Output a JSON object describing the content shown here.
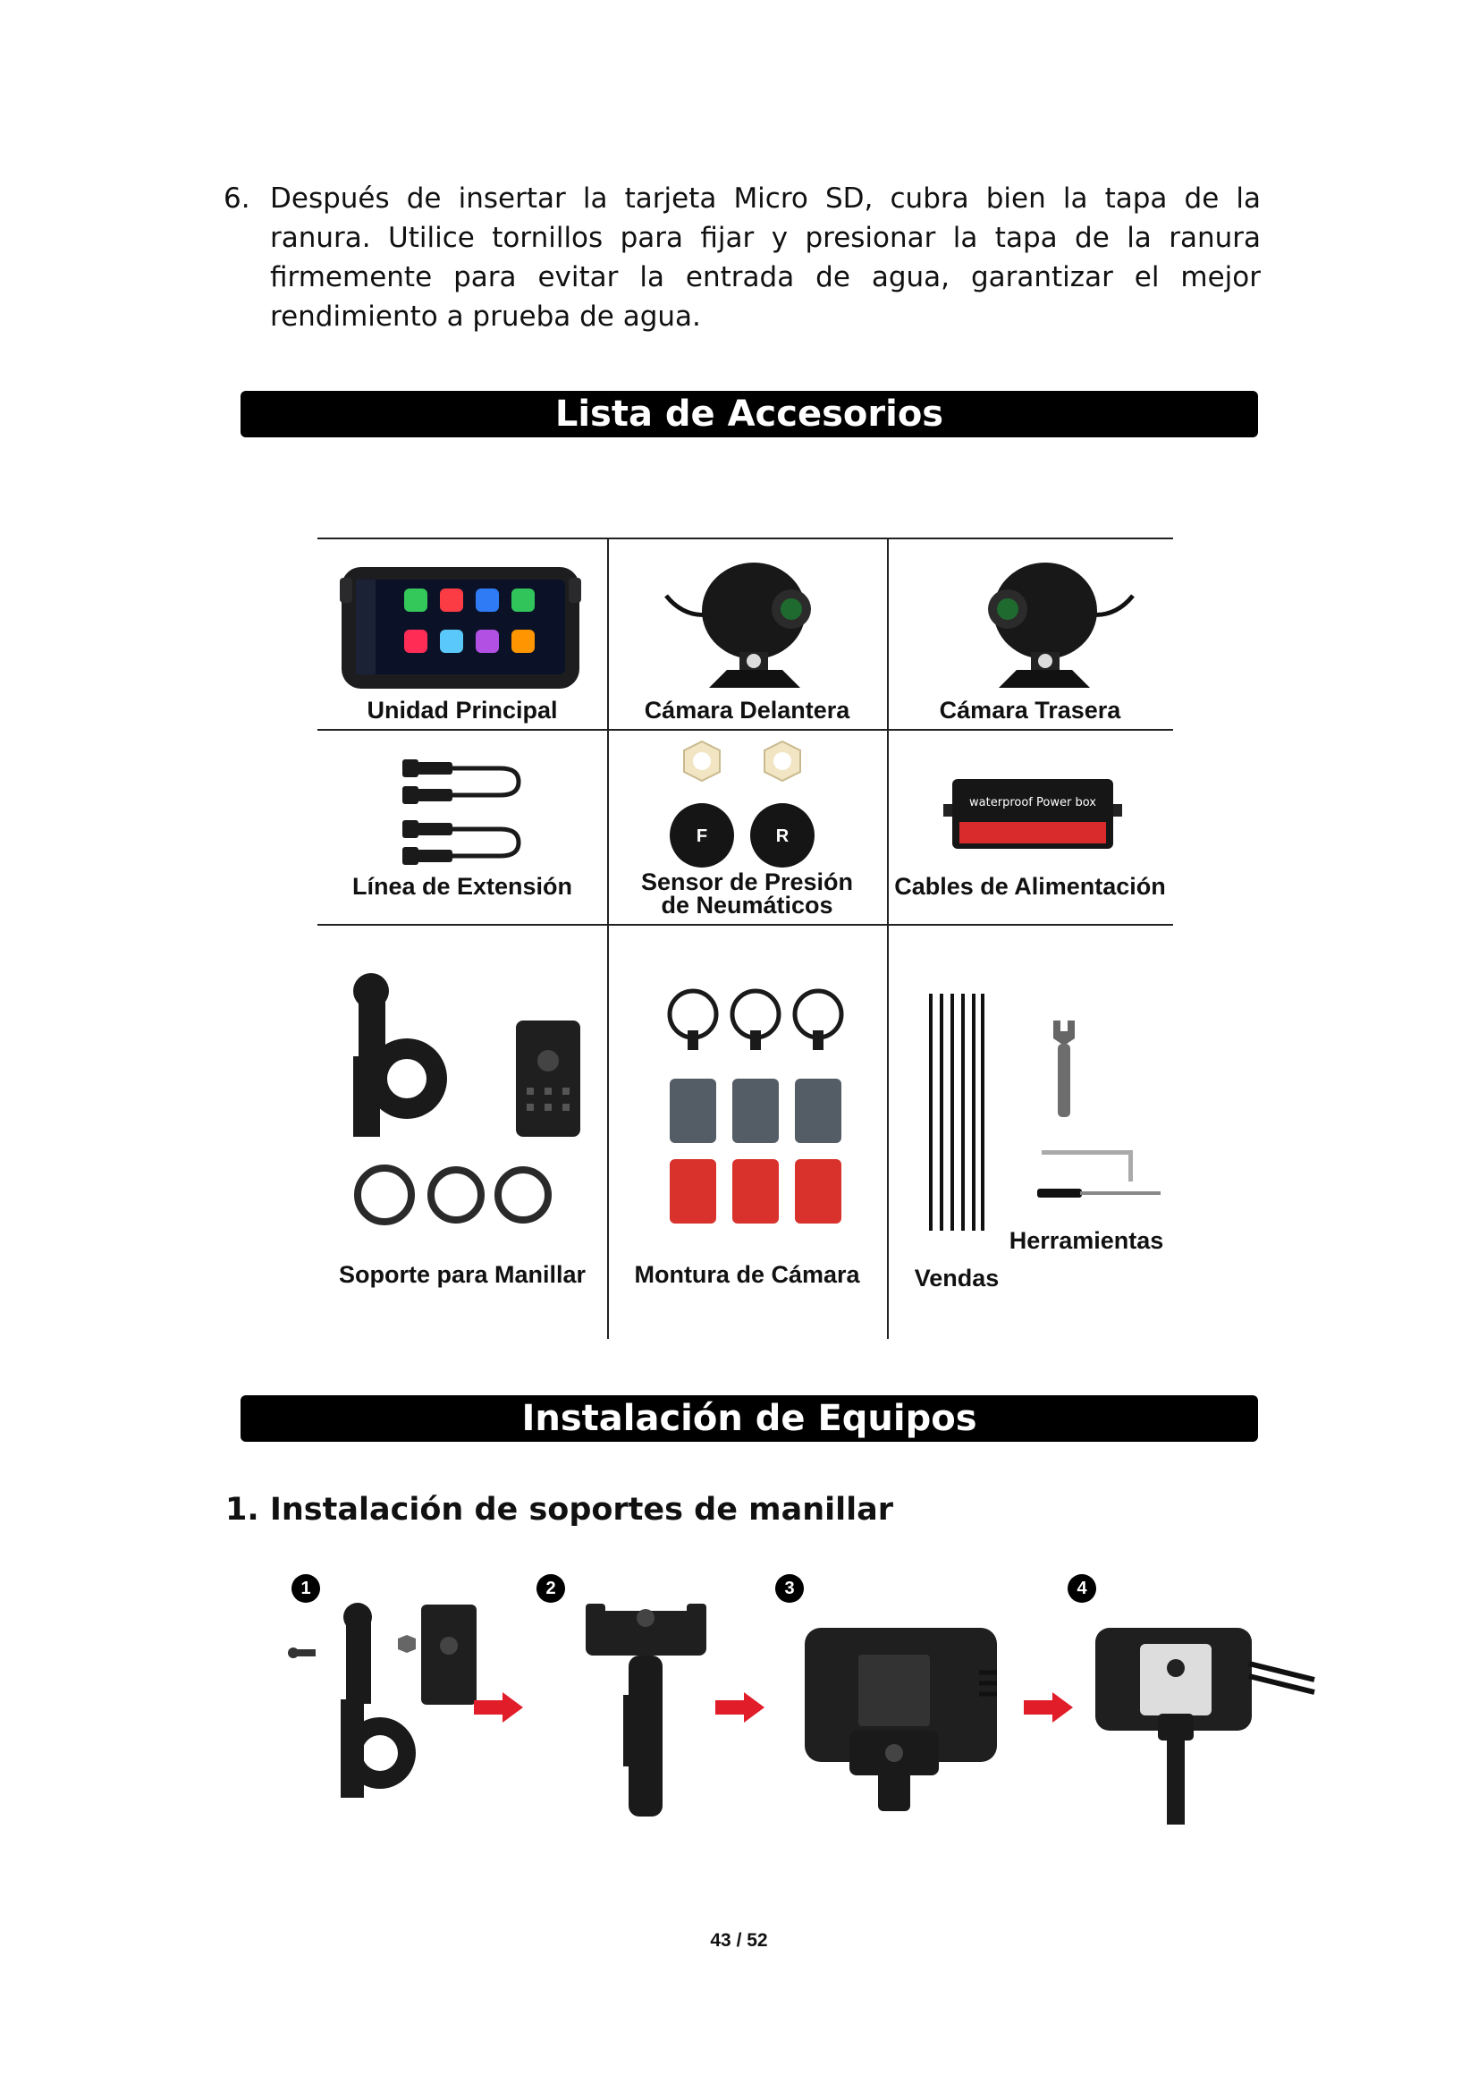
{
  "step6": {
    "number": "6.",
    "text": "Después de insertar la tarjeta Micro SD, cubra bien la tapa de la ranura. Utilice tornillos para fijar y presionar la tapa de la ranura firmemente para evitar la entrada de agua, garantizar el mejor rendimiento a prueba de agua."
  },
  "accessories": {
    "title": "Lista de Accesorios",
    "items": {
      "main_unit": "Unidad Principal",
      "front_camera": "Cámara Delantera",
      "rear_camera": "Cámara Trasera",
      "extension_line": "Línea de Extensión",
      "tpms_line1": "Sensor de Presión",
      "tpms_line2": "de Neumáticos",
      "power_cables": "Cables de Alimentación",
      "handlebar_mount": "Soporte para Manillar",
      "camera_mount": "Montura de Cámara",
      "straps": "Vendas",
      "tools": "Herramientas"
    },
    "power_box_label": "waterproof Power box",
    "sensor_front_letter": "F",
    "sensor_rear_letter": "R"
  },
  "installation": {
    "title": "Instalación de Equipos",
    "subheading": "1. Instalación de soportes de manillar",
    "steps": [
      "1",
      "2",
      "3",
      "4"
    ]
  },
  "page_number": "43 / 52",
  "colors": {
    "bar": "#000000",
    "arrow": "#e11d2a",
    "pad_red": "#d9312b",
    "pad_grey": "#545c66"
  }
}
